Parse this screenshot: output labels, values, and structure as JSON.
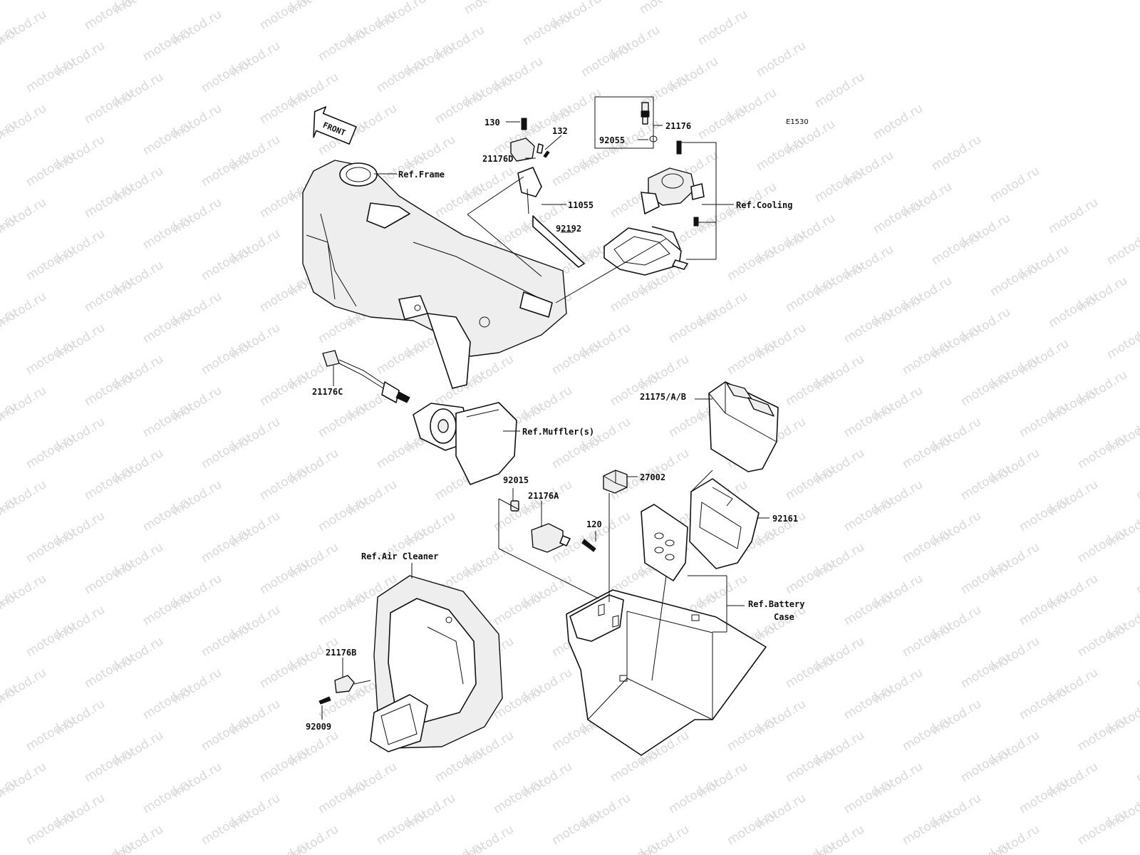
{
  "diagram_id": "E1530",
  "watermark": "motod.ru",
  "direction_arrow": "FRONT",
  "callouts": [
    {
      "id": "c130",
      "text": "130"
    },
    {
      "id": "c132",
      "text": "132"
    },
    {
      "id": "c21176D",
      "text": "21176D"
    },
    {
      "id": "c11055",
      "text": "11055"
    },
    {
      "id": "c92192",
      "text": "92192"
    },
    {
      "id": "c21176",
      "text": "21176"
    },
    {
      "id": "c92055",
      "text": "92055"
    },
    {
      "id": "cRefFrame",
      "text": "Ref.Frame"
    },
    {
      "id": "cRefCooling",
      "text": "Ref.Cooling"
    },
    {
      "id": "c21176C",
      "text": "21176C"
    },
    {
      "id": "cRefMuffler",
      "text": "Ref.Muffler(s)"
    },
    {
      "id": "c21175",
      "text": "21175/A/B"
    },
    {
      "id": "c27002",
      "text": "27002"
    },
    {
      "id": "c92015",
      "text": "92015"
    },
    {
      "id": "c21176A",
      "text": "21176A"
    },
    {
      "id": "c120",
      "text": "120"
    },
    {
      "id": "c92161",
      "text": "92161"
    },
    {
      "id": "cRefAirCleaner",
      "text": "Ref.Air Cleaner"
    },
    {
      "id": "cRefBattery1",
      "text": "Ref.Battery"
    },
    {
      "id": "cRefBattery2",
      "text": "Case"
    },
    {
      "id": "c21176B",
      "text": "21176B"
    },
    {
      "id": "c92009",
      "text": "92009"
    }
  ]
}
